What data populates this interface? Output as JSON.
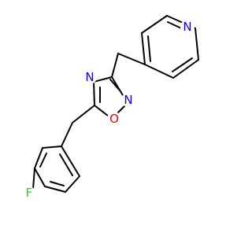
{
  "molecule": {
    "atoms": {
      "pyridine_n": {
        "label": "N",
        "color": "#0000ff"
      },
      "oxadiazole_n4": {
        "label": "N",
        "color": "#0000ff"
      },
      "oxadiazole_n2": {
        "label": "N",
        "color": "#0000ff"
      },
      "oxadiazole_o": {
        "label": "O",
        "color": "#ff0000"
      },
      "fluorine": {
        "label": "F",
        "color": "#33cc33"
      }
    }
  }
}
